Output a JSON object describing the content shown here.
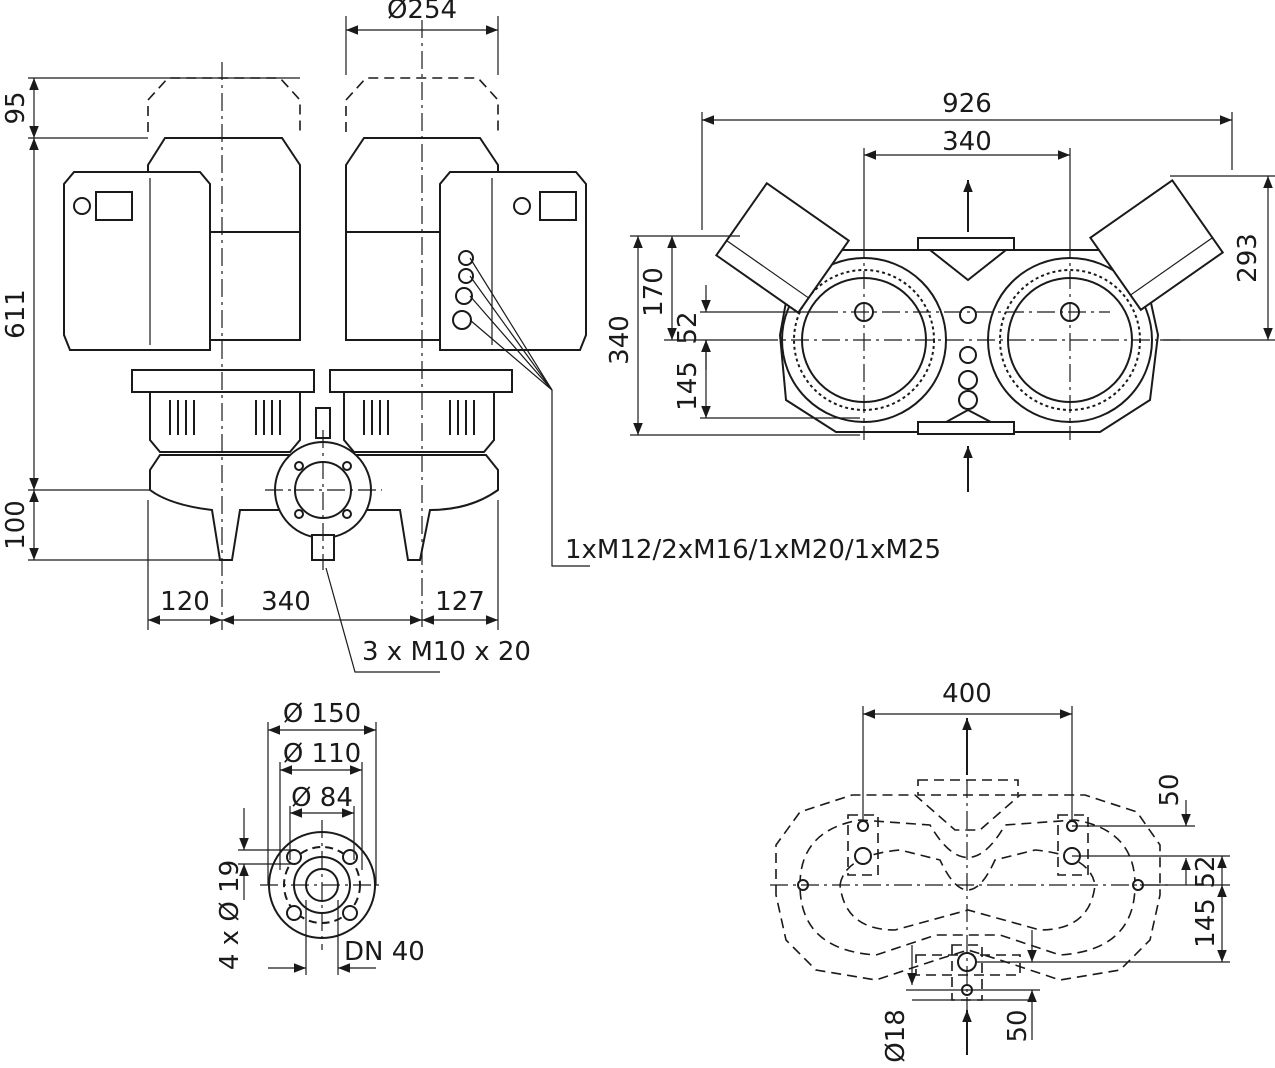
{
  "dimensions": {
    "front": {
      "motor_diameter": "Ø254",
      "motor_clearance": "95",
      "height": "611",
      "base_height": "100",
      "left_offset": "120",
      "center_distance": "340",
      "right_offset": "127"
    },
    "top": {
      "overall_width": "926",
      "center_distance": "340",
      "height_total": "340",
      "offset_170": "170",
      "offset_52": "52",
      "offset_145": "145",
      "module_height": "293"
    },
    "flange": {
      "outer": "Ø 150",
      "bolt_circle": "Ø 110",
      "inner": "Ø 84",
      "holes": "4 x Ø 19",
      "nominal": "DN 40"
    },
    "foot": {
      "width": "400",
      "offset_50_top": "50",
      "offset_52": "52",
      "offset_145": "145",
      "offset_50_bottom": "50",
      "hole": "Ø18"
    }
  },
  "callouts": {
    "cable_glands": "1xM12/2xM16/1xM20/1xM25",
    "screws": "3 x M10 x 20"
  }
}
